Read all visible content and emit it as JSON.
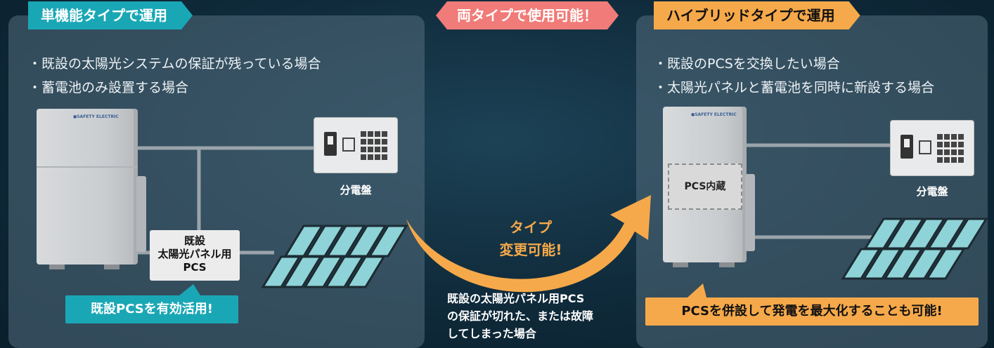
{
  "headers": {
    "left_title": "単機能タイプで運用",
    "center_title": "両タイプで使用可能！",
    "right_title": "ハイブリッドタイプで運用"
  },
  "left_panel": {
    "bullets": [
      "既設の太陽光システムの保証が残っている場合",
      "蓄電池のみ設置する場合"
    ],
    "distribution_board_label": "分電盤",
    "existing_pcs_label": [
      "既設",
      "太陽光パネル用",
      "PCS"
    ],
    "callout": "既設PCSを有効活用!",
    "brand": "●SAFETY ELECTRIC"
  },
  "center": {
    "arrow_label": [
      "タイプ",
      "変更可能!"
    ],
    "note": [
      "既設の太陽光パネル用PCS",
      "の保証が切れた、または故障",
      "してしまった場合"
    ]
  },
  "right_panel": {
    "bullets": [
      "既設のPCSを交換したい場合",
      "太陽光パネルと蓄電池を同時に新設する場合"
    ],
    "builtin_pcs_label": "PCS内蔵",
    "distribution_board_label": "分電盤",
    "callout": "PCSを併設して発電を最大化することも可能!",
    "brand": "●SAFETY ELECTRIC"
  },
  "colors": {
    "teal": "#1aa7b5",
    "orange": "#f6a94a",
    "coral": "#f07b78",
    "panel": "#546e7e",
    "solar": "#8ed3d8"
  }
}
